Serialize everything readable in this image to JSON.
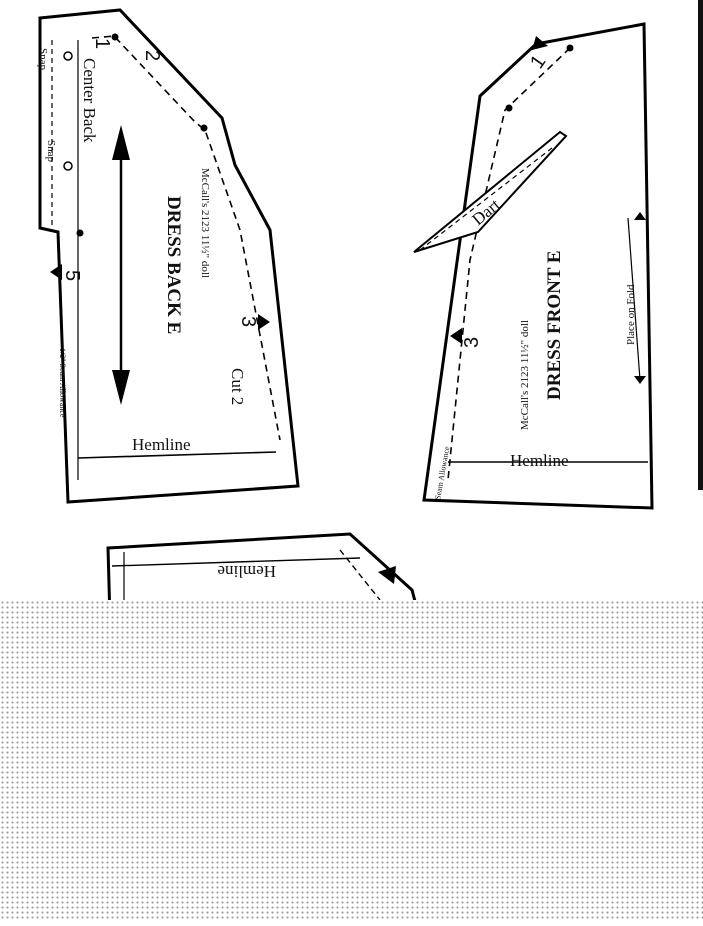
{
  "back": {
    "center_back": "Center Back",
    "snap_top": "Snap",
    "snap_mid": "Snap",
    "n1": "1",
    "n2": "2",
    "n3": "3",
    "n5": "5",
    "brand": "McCall's 2123 11½\" doll",
    "title": "DRESS BACK E",
    "cut": "Cut 2",
    "hemline": "Hemline",
    "seam": "1/2\" Seam Allowance"
  },
  "front": {
    "n1": "1",
    "n3": "3",
    "dart": "Dart",
    "brand": "McCall's 2123 11½\" doll",
    "title": "DRESS FRONT E",
    "hemline": "Hemline",
    "seam": "Seam Allowance",
    "fold": "Place on Fold"
  },
  "partial": {
    "hemline": "Hemline"
  }
}
